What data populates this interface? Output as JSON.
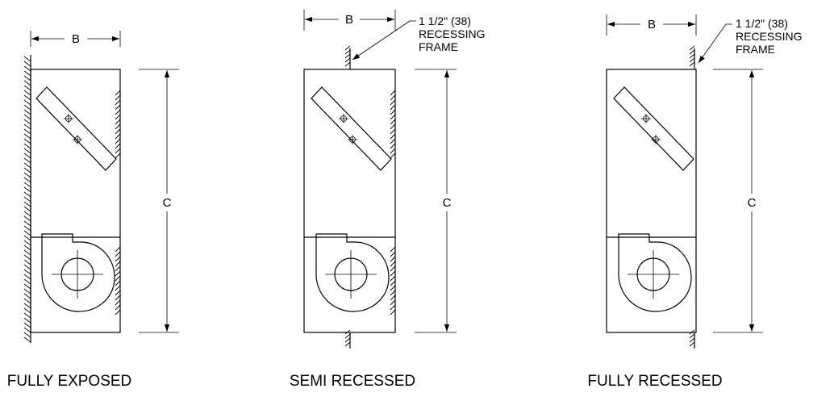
{
  "diagram": {
    "views": [
      {
        "id": "fully-exposed",
        "caption": "FULLY EXPOSED",
        "width_label": "B",
        "height_label": "C",
        "frame_note": ""
      },
      {
        "id": "semi-recessed",
        "caption": "SEMI RECESSED",
        "width_label": "B",
        "height_label": "C",
        "frame_note": [
          "1 1/2\" (38)",
          "RECESSING",
          "FRAME"
        ]
      },
      {
        "id": "fully-recessed",
        "caption": "FULLY RECESSED",
        "width_label": "B",
        "height_label": "C",
        "frame_note": [
          "1 1/2\" (38)",
          "RECESSING",
          "FRAME"
        ]
      }
    ]
  }
}
